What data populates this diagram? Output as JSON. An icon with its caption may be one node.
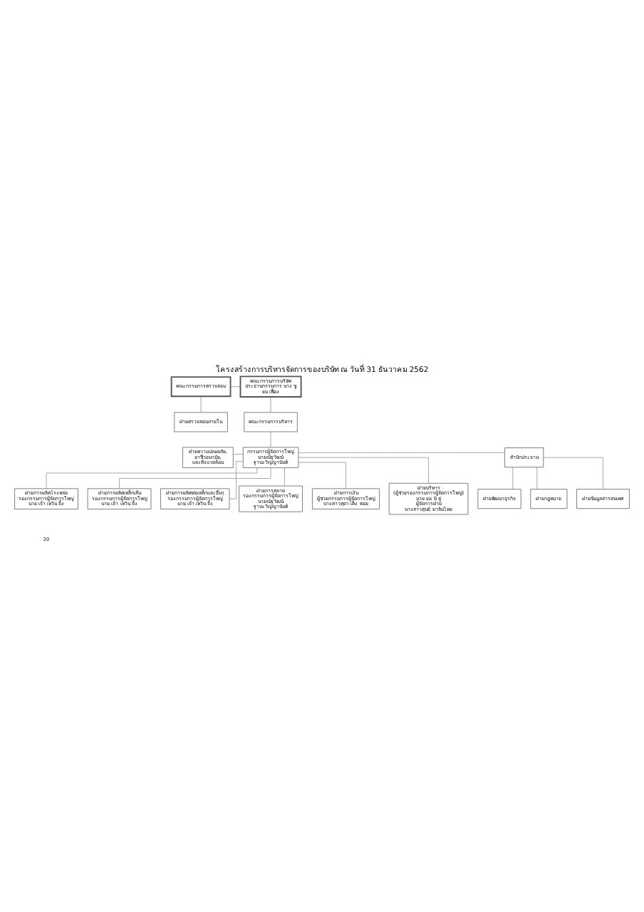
{
  "diagram": {
    "title": "โครงสร้างการบริหารจัดการของบริษัท ณ วันที่ 31 ธันวาคม 2562",
    "nodes": [
      {
        "text": [
          "คณะกรรมการตรวจสอบ"
        ]
      },
      {
        "text": [
          "คณะกรรมการบริษัท ประธานกรรมการ นาง ชู ยม เฟื่อง"
        ]
      },
      {
        "text": [
          "ฝ่ายตรวจสอบภายใน"
        ]
      },
      {
        "text": [
          "คณะกรรมการบริหาร"
        ]
      },
      {
        "text": [
          "กรรมการผู้จัดการใหญ่ นายณัฐวัฒน์ ฐานะวิญญานันท์"
        ]
      },
      {
        "text": [
          "ฝ่ายความปลอดภัย, อาชีวอนามัย, และสิ่งแวดล้อม"
        ]
      },
      {
        "text": [
          "สำนักประธาน"
        ]
      },
      {
        "text": [
          "ฝ่ายพัฒนาธุรกิจ"
        ]
      },
      {
        "text": [
          "ฝ่ายกฎหมาย"
        ]
      },
      {
        "text": [
          "ฝ่ายข้อมูลสารสนเทศ"
        ]
      },
      {
        "text": [
          "ฝ่ายการผลิตโรงหล่อ รองกรรมการผู้จัดการใหญ่ นาย เจ้า เหวิน จิ้ง"
        ]
      },
      {
        "text": [
          "ฝ่ายการผลิตเหล็กเส้น รองกรรมการผู้จัดการใหญ่ นาย เจ้า เหวิน จิ้ง"
        ]
      },
      {
        "text": [
          "ฝ่ายการผลิตท่อเหล็กและอื่นๆ รองกรรมการผู้จัดการใหญ่ นาย เจ้า เหวิน จิ้ง"
        ]
      },
      {
        "text": [
          "ฝ่ายการตลาด รองกรรมการผู้จัดการใหญ่ นายณัฐวัฒน์ ฐานะวิญญานันท์"
        ]
      },
      {
        "text": [
          "ฝ่ายการเงิน ผู้ช่วยกรรมการผู้จัดการใหญ่ นางสาวสุดา เต็ง ตอย"
        ]
      },
      {
        "text": [
          "ฝ่ายบริหาร (ผู้ช่วยรองกรรมการผู้จัดการใหญ่) นาย ยอ มิ ลู่ ผู้จัดการฝ่าย นางสาวสุนย์ ยาลิมไทย"
        ]
      }
    ],
    "edges": [
      {
        "from": 0,
        "to": 1,
        "arrow": "none"
      },
      {
        "from": 0,
        "to": 2,
        "arrow": "none"
      },
      {
        "from": 1,
        "to": 3,
        "arrow": "none"
      },
      {
        "from": 3,
        "to": 4,
        "arrow": "none"
      },
      {
        "from": 5,
        "to": 4,
        "arrow": "none"
      },
      {
        "from": 4,
        "to": 6,
        "arrow": "none"
      },
      {
        "from": 6,
        "to": 7,
        "arrow": "none"
      },
      {
        "from": 6,
        "to": 8,
        "arrow": "none"
      },
      {
        "from": 6,
        "to": 9,
        "arrow": "none"
      },
      {
        "from": 4,
        "to": 10,
        "arrow": "none"
      },
      {
        "from": 4,
        "to": 11,
        "arrow": "none"
      },
      {
        "from": 4,
        "to": 12,
        "arrow": "none"
      },
      {
        "from": 4,
        "to": 13,
        "arrow": "none"
      },
      {
        "from": 4,
        "to": 14,
        "arrow": "none"
      },
      {
        "from": 4,
        "to": 15,
        "arrow": "none"
      }
    ],
    "labels": [
      "20"
    ]
  }
}
